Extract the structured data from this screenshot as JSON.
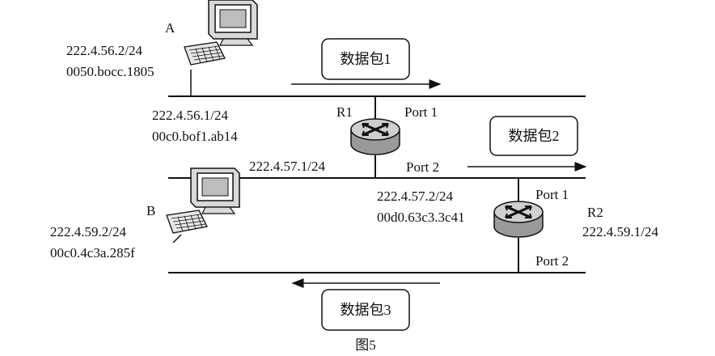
{
  "host_a": {
    "name": "A",
    "ip": "222.4.56.2/24",
    "mac": "0050.bocc.1805"
  },
  "host_b": {
    "name": "B",
    "ip": "222.4.59.2/24",
    "mac": "00c0.4c3a.285f"
  },
  "router_r1": {
    "name": "R1",
    "port1_label": "Port 1",
    "port2_label": "Port 2",
    "port1_ip": "222.4.56.1/24",
    "port1_mac": "00c0.bof1.ab14",
    "port2_ip": "222.4.57.1/24"
  },
  "router_r2": {
    "name": "R2",
    "port1_label": "Port 1",
    "port2_label": "Port 2",
    "port1_ip": "222.4.57.2/24",
    "port1_mac": "00d0.63c3.3c41",
    "port2_ip": "222.4.59.1/24"
  },
  "packets": [
    "数据包1",
    "数据包2",
    "数据包3"
  ],
  "caption": "图5",
  "colors": {
    "line": "#111111",
    "monitor_fill": "#d9d9d9",
    "router_top": "#cfcfcf",
    "router_side": "#9a9a9a"
  }
}
